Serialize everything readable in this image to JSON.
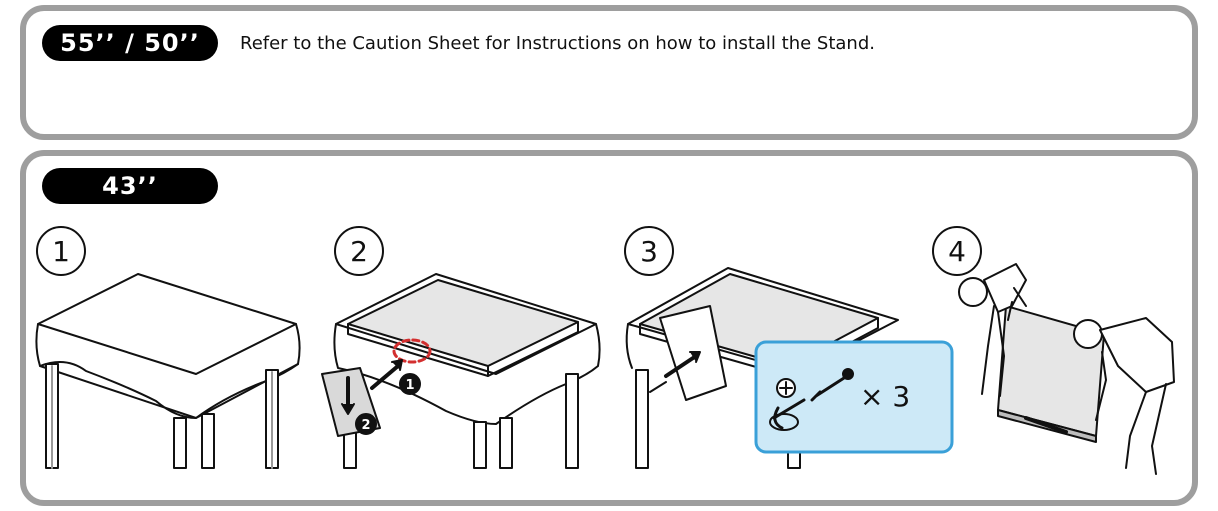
{
  "top_panel": {
    "size_label": "55’’ / 50’’",
    "instruction": "Refer to the Caution Sheet for Instructions on how to install the Stand."
  },
  "bottom_panel": {
    "size_label": "43’’",
    "steps": [
      "1",
      "2",
      "3",
      "4"
    ],
    "step2_markers": [
      "1",
      "2"
    ],
    "screw_count": "× 3",
    "colors": {
      "highlight_marker": "#d32f2f",
      "detail_box": "#cde9f7",
      "detail_border": "#3aa0d8"
    }
  }
}
